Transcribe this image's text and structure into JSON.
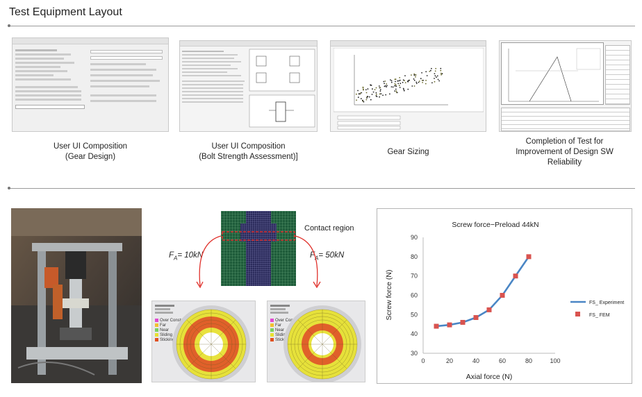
{
  "header": {
    "title": "Test Equipment Layout"
  },
  "screens": [
    {
      "caption_line1": "User UI Composition",
      "caption_line2": "(Gear Design)"
    },
    {
      "caption_line1": "User UI Composition",
      "caption_line2": "(Bolt Strength Assessment)]"
    },
    {
      "caption_line1": "Gear Sizing",
      "caption_line2": ""
    },
    {
      "caption_line1": "Completion of Test for",
      "caption_line2": "Improvement of Design SW",
      "caption_line3": "Reliability"
    }
  ],
  "fem": {
    "contact_label": "Contact region",
    "fa1_label": "F",
    "fa1_sub": "A",
    "fa1_value": "= 10kN",
    "fa2_label": "F",
    "fa2_sub": "A",
    "fa2_value": "= 50kN",
    "legend_items": [
      "Over Constrained",
      "Far",
      "Near",
      "Sliding",
      "Sticking"
    ],
    "legend_colors": [
      "#e04ad0",
      "#f2c030",
      "#7ad060",
      "#e8e030",
      "#e05020"
    ]
  },
  "chart_data": {
    "type": "line",
    "title": "Screw force−Preload 44kN",
    "xlabel": "Axial force (N)",
    "ylabel": "Screw force (N)",
    "xlim": [
      0,
      100
    ],
    "ylim": [
      30,
      90
    ],
    "xticks": [
      "0",
      "20",
      "40",
      "60",
      "80",
      "100"
    ],
    "yticks": [
      "30",
      "40",
      "50",
      "60",
      "70",
      "80",
      "90"
    ],
    "grid": false,
    "legend_position": "right",
    "series": [
      {
        "name": "FS_ Experiment",
        "color": "#4a86c5",
        "x": [
          10,
          20,
          30,
          40,
          50,
          60,
          70,
          80
        ],
        "y": [
          44,
          44.7,
          46,
          48.5,
          52.5,
          60,
          70,
          80
        ]
      },
      {
        "name": "FS_ FEM",
        "color": "#d9534f",
        "x": [
          10,
          20,
          30,
          40,
          50,
          60,
          70,
          80
        ],
        "y": [
          44,
          44.7,
          46,
          48.5,
          52.5,
          60,
          70,
          80
        ]
      }
    ]
  }
}
